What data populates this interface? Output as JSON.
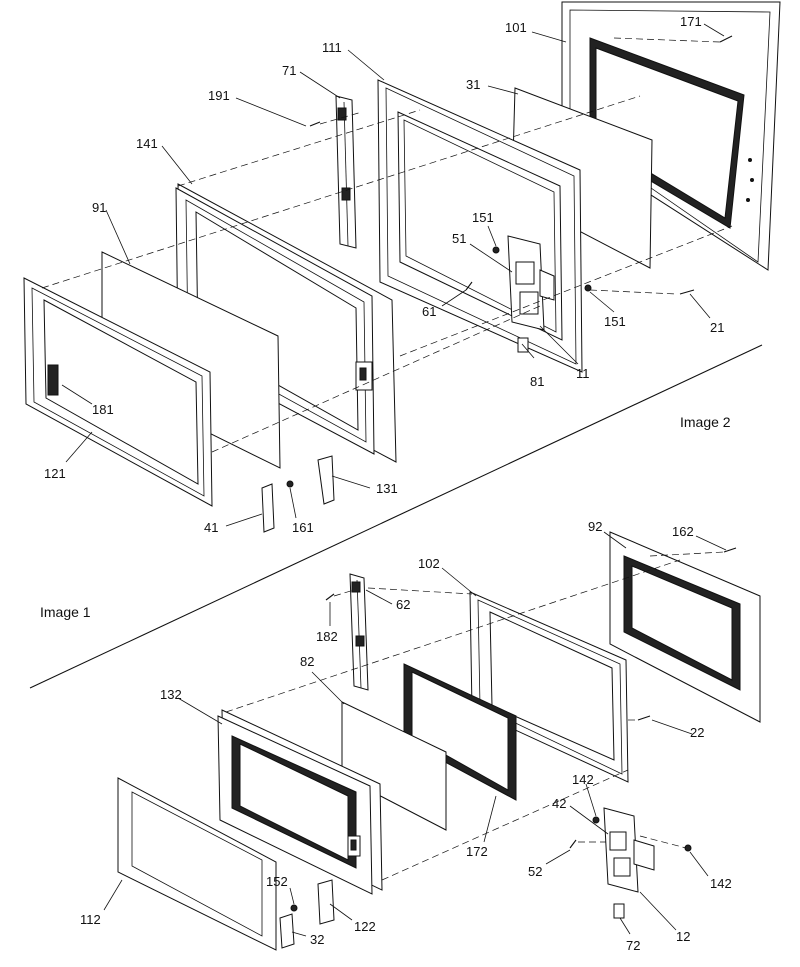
{
  "captions": {
    "image_top": "Image 2",
    "image_bottom": "Image 1"
  },
  "parts": [
    {
      "id": "p101",
      "label": "101"
    },
    {
      "id": "p171",
      "label": "171"
    },
    {
      "id": "p111",
      "label": "111"
    },
    {
      "id": "p71",
      "label": "71"
    },
    {
      "id": "p191",
      "label": "191"
    },
    {
      "id": "p31",
      "label": "31"
    },
    {
      "id": "p141",
      "label": "141"
    },
    {
      "id": "p91",
      "label": "91"
    },
    {
      "id": "p151a",
      "label": "151"
    },
    {
      "id": "p51",
      "label": "51"
    },
    {
      "id": "p61",
      "label": "61"
    },
    {
      "id": "p151b",
      "label": "151"
    },
    {
      "id": "p21",
      "label": "21"
    },
    {
      "id": "p81",
      "label": "81"
    },
    {
      "id": "p11",
      "label": "11"
    },
    {
      "id": "p181",
      "label": "181"
    },
    {
      "id": "p121",
      "label": "121"
    },
    {
      "id": "p131",
      "label": "131"
    },
    {
      "id": "p41",
      "label": "41"
    },
    {
      "id": "p161",
      "label": "161"
    },
    {
      "id": "p92",
      "label": "92"
    },
    {
      "id": "p162",
      "label": "162"
    },
    {
      "id": "p102",
      "label": "102"
    },
    {
      "id": "p62",
      "label": "62"
    },
    {
      "id": "p182",
      "label": "182"
    },
    {
      "id": "p82",
      "label": "82"
    },
    {
      "id": "p22",
      "label": "22"
    },
    {
      "id": "p132",
      "label": "132"
    },
    {
      "id": "p142a",
      "label": "142"
    },
    {
      "id": "p42",
      "label": "42"
    },
    {
      "id": "p52",
      "label": "52"
    },
    {
      "id": "p142b",
      "label": "142"
    },
    {
      "id": "p172",
      "label": "172"
    },
    {
      "id": "p152",
      "label": "152"
    },
    {
      "id": "p112",
      "label": "112"
    },
    {
      "id": "p122",
      "label": "122"
    },
    {
      "id": "p32",
      "label": "32"
    },
    {
      "id": "p72",
      "label": "72"
    },
    {
      "id": "p12",
      "label": "12"
    }
  ]
}
